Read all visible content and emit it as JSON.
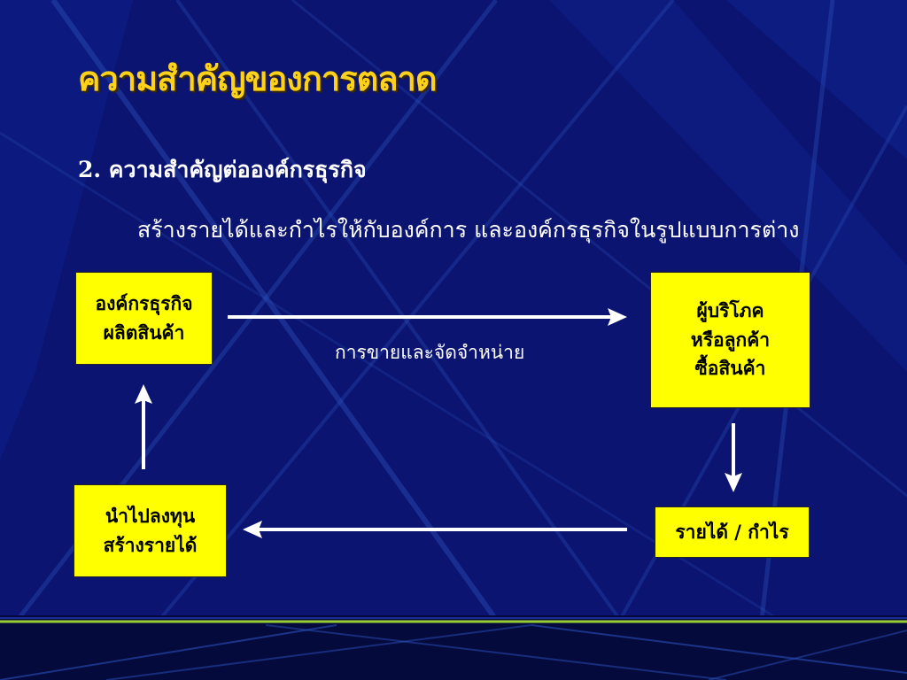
{
  "slide": {
    "title": "ความสำคัญของการตลาด",
    "subtitle": "2. ความสำคัญต่อองค์กรธุรกิจ",
    "description": "สร้างรายได้และกำไรให้กับองค์การ และองค์กรธุรกิจในรูปแบบการต่าง"
  },
  "diagram": {
    "nodes": {
      "business": {
        "line1": "องค์กรธุรกิจ",
        "line2": "ผลิตสินค้า"
      },
      "consumer": {
        "line1": "ผู้บริโภค",
        "line2": "หรือลูกค้า",
        "line3": "ซื้อสินค้า"
      },
      "income": {
        "line1": "รายได้ / กำไร"
      },
      "invest": {
        "line1": "นำไปลงทุน",
        "line2": "สร้างรายได้"
      }
    },
    "edge_label": "การขายและจัดจำหน่าย"
  },
  "colors": {
    "background": "#0b1470",
    "title": "#ffd21a",
    "box_fill": "#ffff00",
    "text": "#ffffff",
    "accent_line": "#9acd32"
  }
}
